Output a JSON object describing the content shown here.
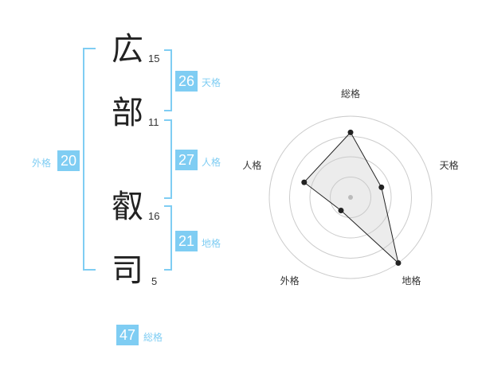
{
  "name": {
    "chars": [
      {
        "char": "広",
        "strokes": "15"
      },
      {
        "char": "部",
        "strokes": "11"
      },
      {
        "char": "叡",
        "strokes": "16"
      },
      {
        "char": "司",
        "strokes": "5"
      }
    ]
  },
  "kaku": {
    "tenkaku": {
      "value": "26",
      "label": "天格"
    },
    "jinkaku": {
      "value": "27",
      "label": "人格"
    },
    "chikaku": {
      "value": "21",
      "label": "地格"
    },
    "gaikaku": {
      "value": "20",
      "label": "外格"
    },
    "soukaku": {
      "value": "47",
      "label": "総格"
    }
  },
  "colors": {
    "accent": "#7fcdf3",
    "text": "#222222",
    "ring": "#cccccc"
  },
  "chart_data": {
    "type": "radar",
    "axes": [
      "総格",
      "天格",
      "地格",
      "外格",
      "人格"
    ],
    "values": [
      4,
      2,
      5,
      1,
      3
    ],
    "rmax": 5,
    "rings": 4
  }
}
